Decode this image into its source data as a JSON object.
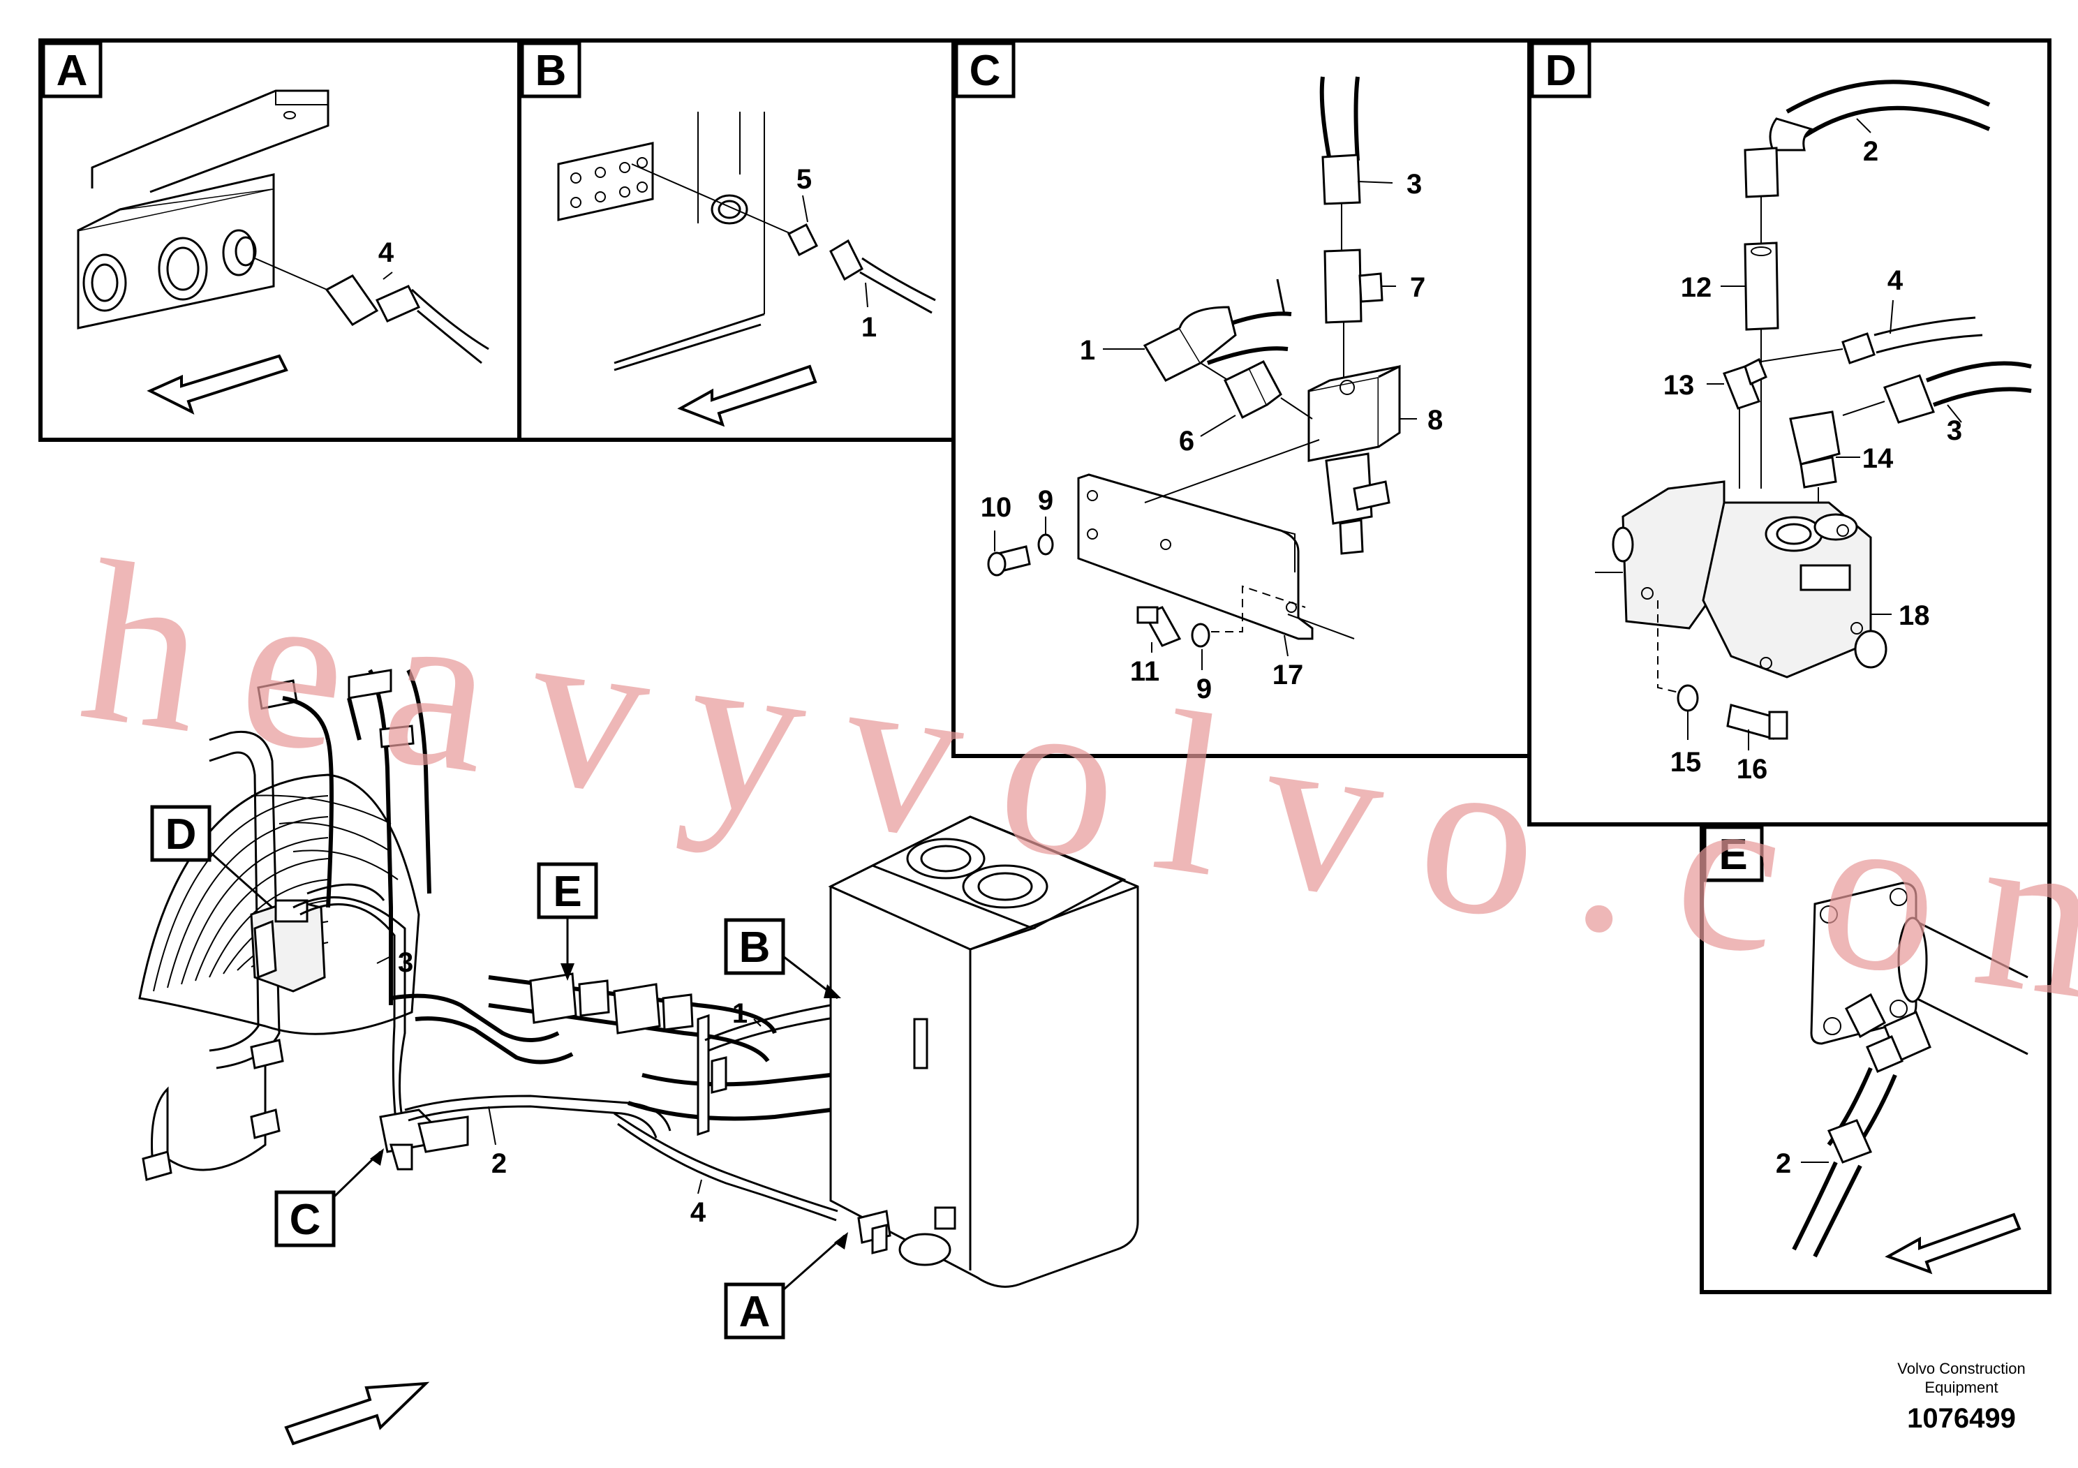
{
  "panels": {
    "A": {
      "letter": "A",
      "labels": [
        "4"
      ]
    },
    "B": {
      "letter": "B",
      "labels": [
        "5",
        "1"
      ]
    },
    "C": {
      "letter": "C",
      "labels": [
        "3",
        "7",
        "1",
        "8",
        "6",
        "9",
        "10",
        "11",
        "9",
        "17"
      ]
    },
    "D": {
      "letter": "D",
      "labels": [
        "2",
        "4",
        "12",
        "13",
        "3",
        "14",
        "18",
        "15",
        "16"
      ]
    },
    "E": {
      "letter": "E",
      "labels": [
        "2"
      ]
    }
  },
  "overview": {
    "callouts": [
      "D",
      "E",
      "B",
      "C",
      "A"
    ],
    "labels": [
      "3",
      "1",
      "2",
      "4"
    ]
  },
  "watermark": "heavyvolvo.com",
  "footer": {
    "company_line1": "Volvo Construction",
    "company_line2": "Equipment",
    "drawing_number": "1076499"
  },
  "colors": {
    "watermark": "#e79a9a",
    "line": "#000000",
    "background": "#ffffff"
  }
}
